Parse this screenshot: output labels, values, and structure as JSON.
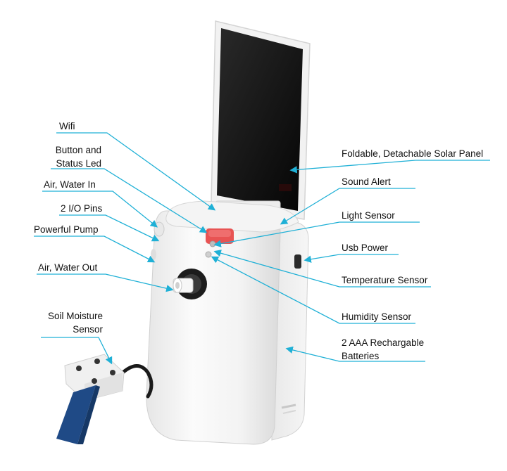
{
  "accent_color": "#1fb0d6",
  "labels": {
    "wifi": "Wifi",
    "button_status_line1": "Button and",
    "button_status_line2": "Status Led",
    "air_water_in": "Air, Water In",
    "io_pins": "2 I/O Pins",
    "pump": "Powerful Pump",
    "air_water_out": "Air, Water Out",
    "soil_line1": "Soil Moisture",
    "soil_line2": "Sensor",
    "solar_panel": "Foldable, Detachable Solar Panel",
    "sound_alert": "Sound Alert",
    "light_sensor": "Light Sensor",
    "usb_power": "Usb Power",
    "temperature_sensor": "Temperature Sensor",
    "humidity_sensor": "Humidity Sensor",
    "batteries_line1": "2 AAA Rechargable",
    "batteries_line2": "Batteries"
  }
}
